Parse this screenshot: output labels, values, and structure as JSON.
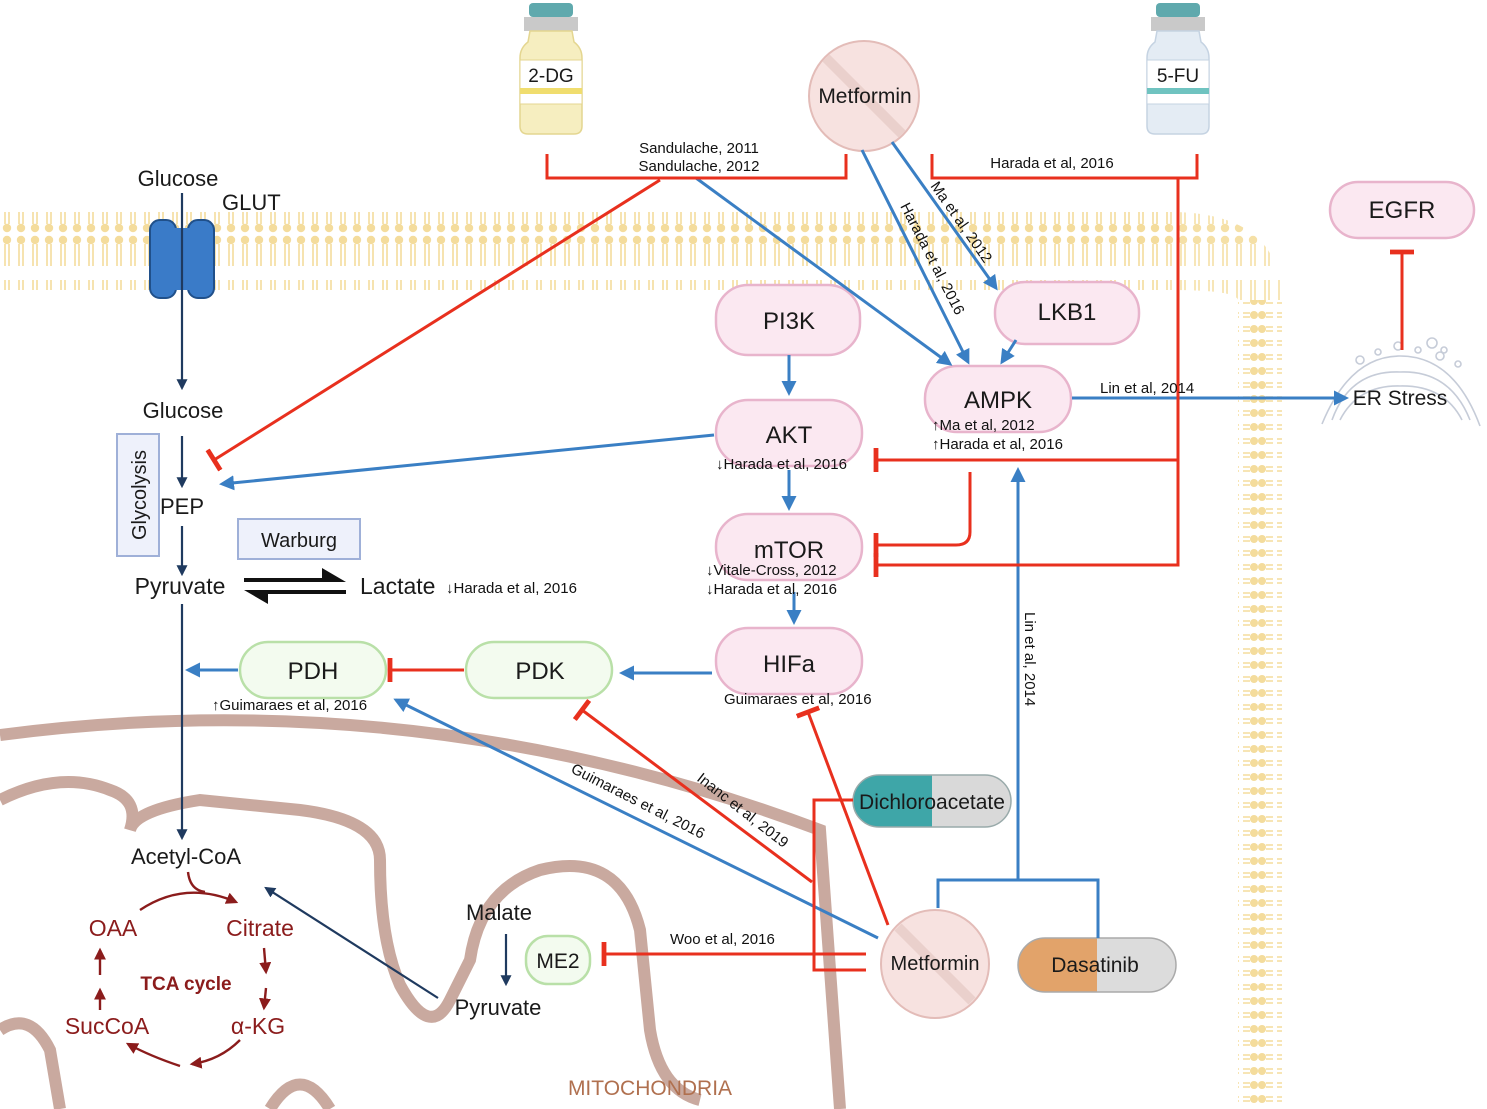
{
  "metabolites": {
    "glucose_out": "Glucose",
    "glut": "GLUT",
    "glucose_in": "Glucose",
    "glycolysis": "Glycolysis",
    "pep": "PEP",
    "warburg": "Warburg",
    "pyruvate": "Pyruvate",
    "lactate": "Lactate",
    "acetyl_coa": "Acetyl-CoA",
    "malate": "Malate",
    "pyruvate_mito": "Pyruvate",
    "mitochondria": "MITOCHONDRIA"
  },
  "tca": {
    "title": "TCA cycle",
    "oaa": "OAA",
    "citrate": "Citrate",
    "akg": "α-KG",
    "succoa": "SucCoA"
  },
  "drugs": {
    "dg2": "2-DG",
    "fu5": "5-FU",
    "metformin_top": "Metformin",
    "metformin_bottom": "Metformin",
    "dichloroacetate": "Dichloroacetate",
    "dasatinib": "Dasatinib"
  },
  "nodes": {
    "pi3k": "PI3K",
    "akt": "AKT",
    "mtor": "mTOR",
    "hifa": "HIFa",
    "pdk": "PDK",
    "pdh": "PDH",
    "me2": "ME2",
    "ampk": "AMPK",
    "lkb1": "LKB1",
    "egfr": "EGFR",
    "er_stress": "ER Stress"
  },
  "citations": {
    "sandulache_2011": "Sandulache, 2011",
    "sandulache_2012": "Sandulache, 2012",
    "harada_top": "Harada et al, 2016",
    "ma_2012_diag": "Ma et al, 2012",
    "harada_diag": "Harada et al, 2016",
    "lin_2014_er": "Lin et al, 2014",
    "ampk_ma": "↑Ma et al, 2012",
    "ampk_harada": "↑Harada et al, 2016",
    "akt_harada": "↓Harada et al, 2016",
    "mtor_vitale": "↓Vitale-Cross, 2012",
    "mtor_harada": "↓Harada et al, 2016",
    "lactate_harada": "↓Harada et al, 2016",
    "hifa_guimaraes": "Guimaraes et al, 2016",
    "pdh_guimaraes": "↑Guimaraes et al, 2016",
    "guimaraes_diag": "Guimaraes et al, 2016",
    "inanc_2019": "Inanc et al, 2019",
    "woo_2016": "Woo et al, 2016",
    "lin_2014_vertical": "Lin et al, 2014"
  },
  "colors": {
    "activation": "#3a7fc4",
    "inhibition": "#e8301e",
    "metabolic": "#1f3a5f",
    "tca": "#8b1c1c",
    "signal_node_fill": "#fbe8f1",
    "signal_node_stroke": "#e8b4cc",
    "enzyme_node_fill": "#f3fbef",
    "enzyme_node_stroke": "#b9e0a8",
    "membrane": "#f2d58f",
    "mitochondria": "#c9a99f"
  }
}
